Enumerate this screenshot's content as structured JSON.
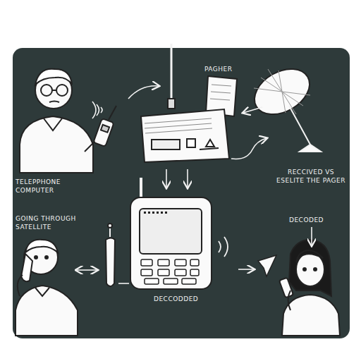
{
  "diagram": {
    "labels": [
      "PAGHER",
      "TELEPPHONE COMPUTER",
      "GOING THROUGH SATELLITE",
      "RECCIVED VS ESELITE THE PAGER",
      "DECODED",
      "DECCODDED"
    ]
  }
}
